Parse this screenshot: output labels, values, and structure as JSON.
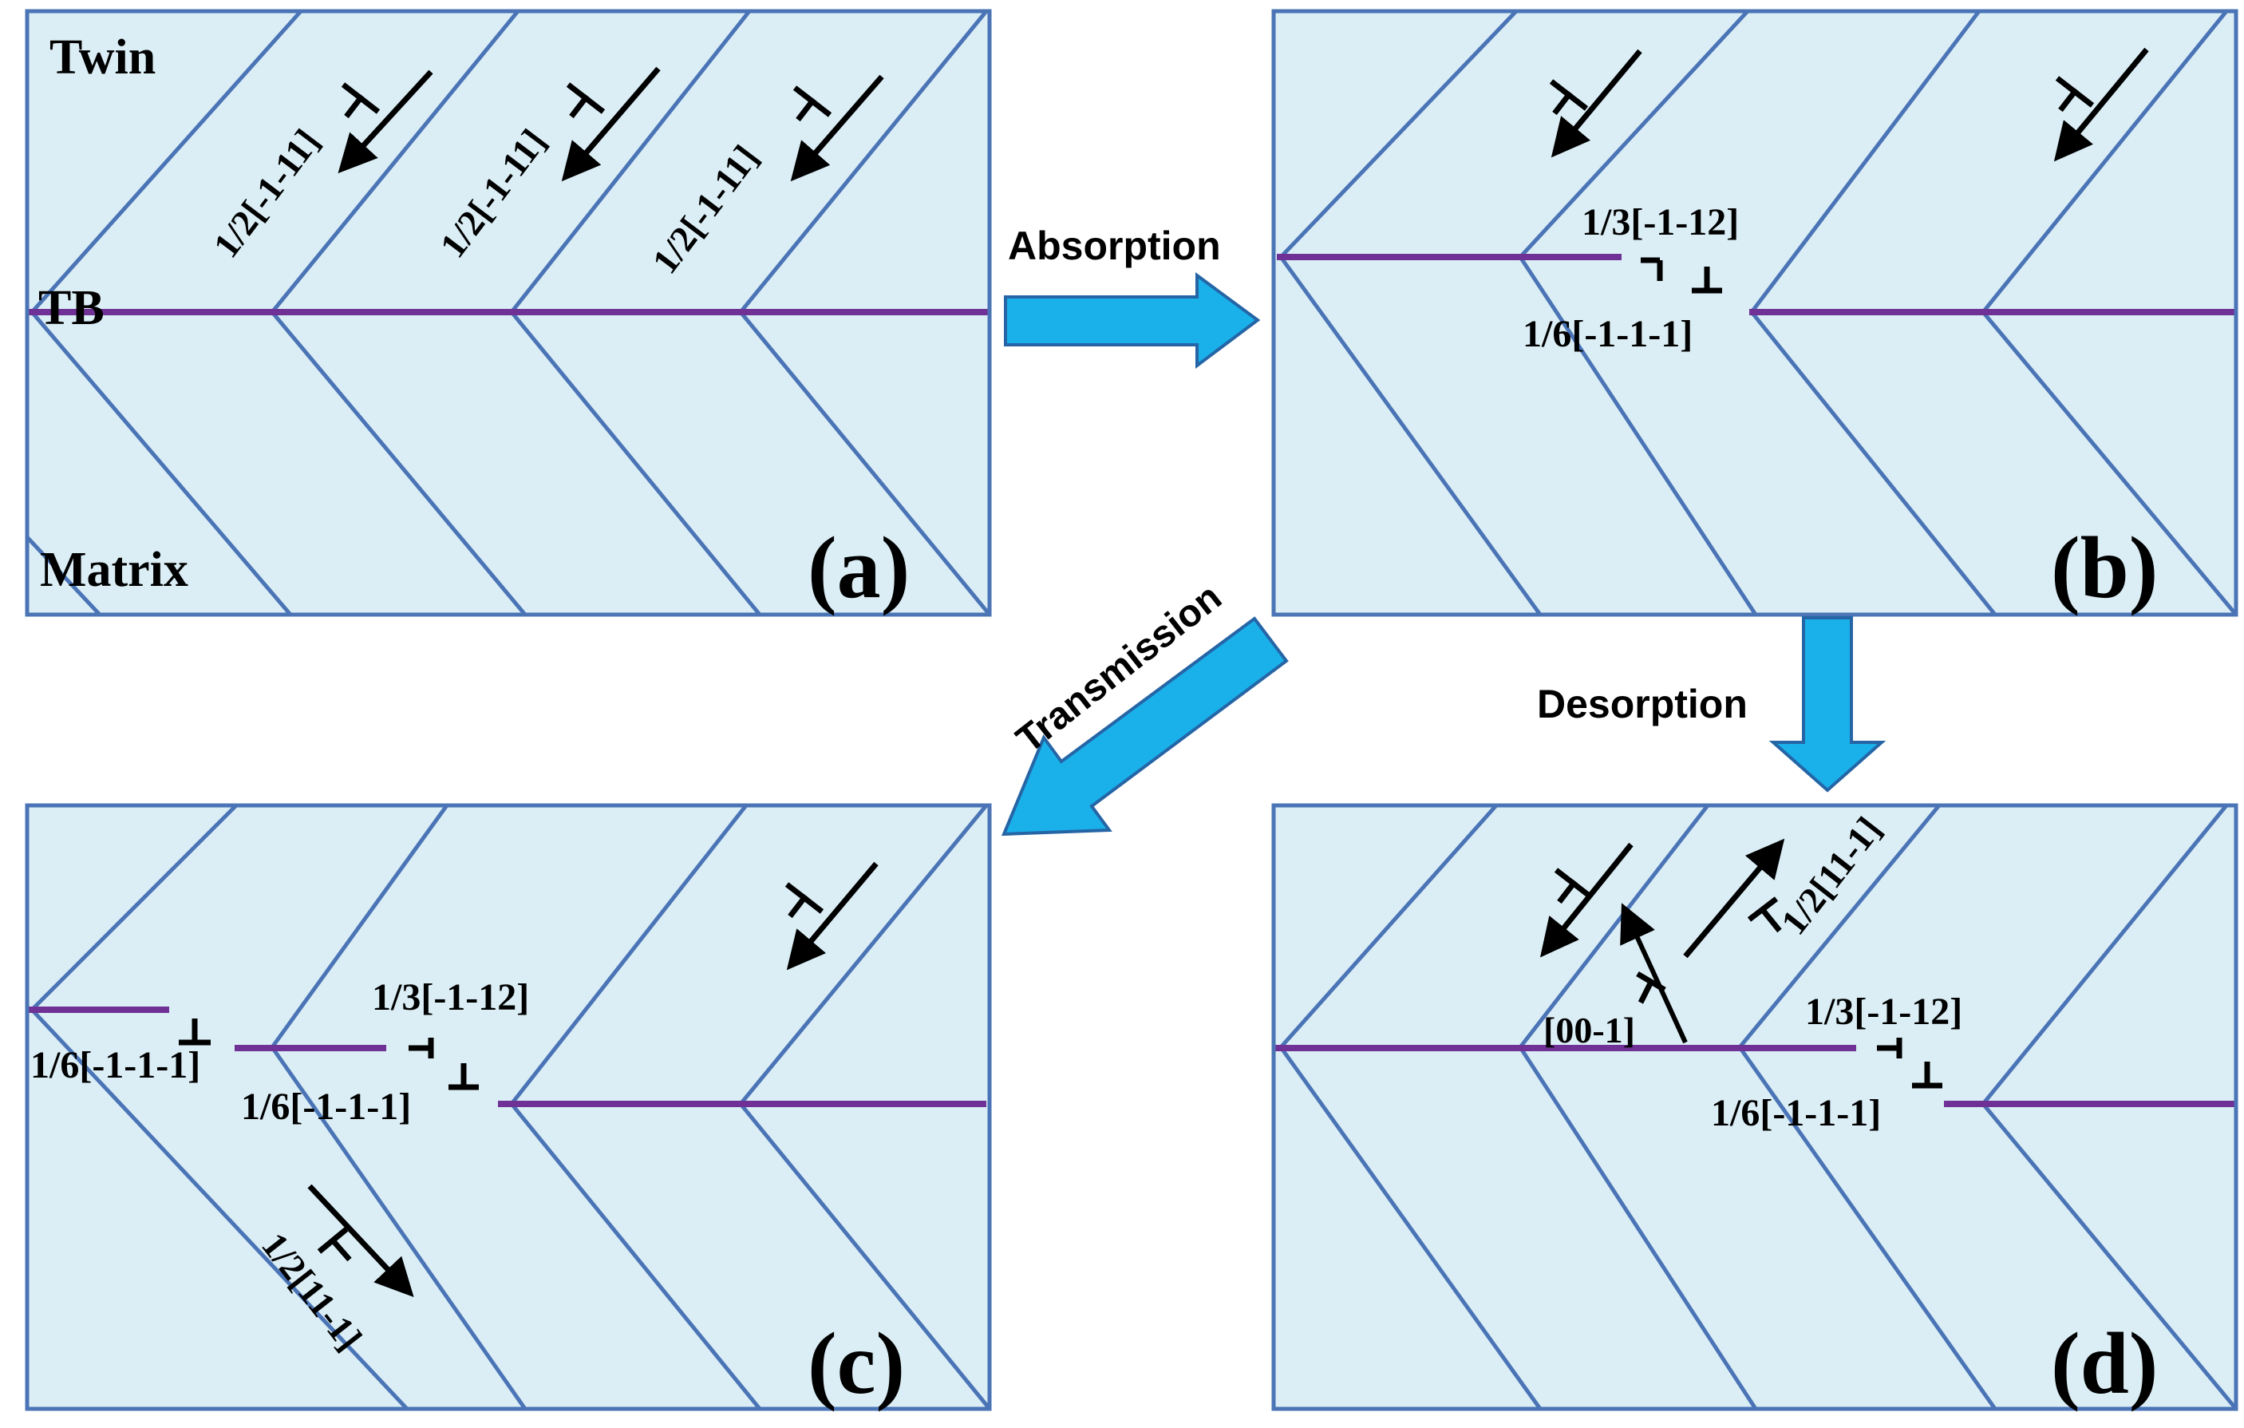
{
  "colors": {
    "panel_fill": "#dbeef5",
    "panel_border": "#4a74b6",
    "slip_line": "#4a74b6",
    "twin_boundary": "#6f3196",
    "arrow_fill": "#1ab0ea",
    "arrow_stroke": "#2565a6",
    "ink": "#000000"
  },
  "icons": {
    "dislocation": "perpendicular-dislocation-symbol",
    "direction": "black-arrow",
    "process": "blue-block-arrow"
  },
  "panels": {
    "a": {
      "tag": "(a)",
      "labels": {
        "twin": "Twin",
        "tb": "TB",
        "matrix": "Matrix"
      },
      "burgers": [
        "1/2[-1-11]",
        "1/2[-1-11]",
        "1/2[-1-11]"
      ]
    },
    "b": {
      "tag": "(b)",
      "burgers": [
        "1/3[-1-12]",
        "1/6[-1-1-1]"
      ]
    },
    "c": {
      "tag": "(c)",
      "burgers": [
        "1/6[-1-1-1]",
        "1/3[-1-12]",
        "1/6[-1-1-1]",
        "1/2[11-1]"
      ]
    },
    "d": {
      "tag": "(d)",
      "burgers": [
        "1/2[11-1]",
        "[00-1]",
        "1/3[-1-12]",
        "1/6[-1-1-1]"
      ]
    }
  },
  "processes": {
    "absorption": "Absorption",
    "desorption": "Desorption",
    "transmission": "Transmission"
  }
}
